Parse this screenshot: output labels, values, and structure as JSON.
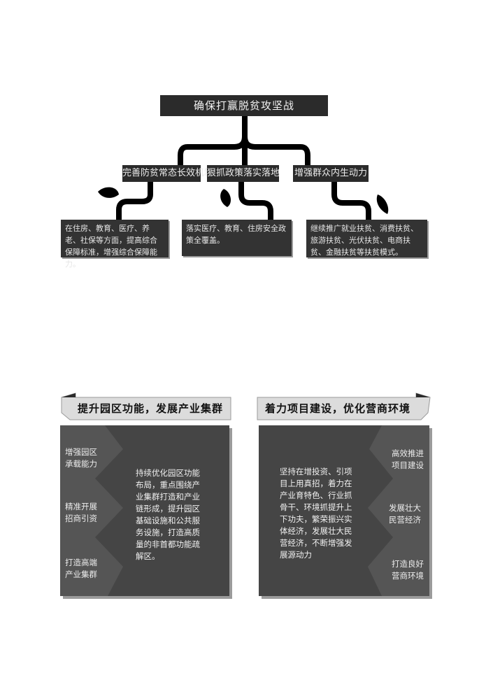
{
  "top": {
    "title": "确保打赢脱贫攻坚战",
    "branches": [
      {
        "label": "完善防贫常态长效机制",
        "desc": "在住房、教育、医疗、养老、社保等方面，提高综合保障标准，增强综合保障能力。"
      },
      {
        "label": "狠抓政策落实落地",
        "desc": "落实医疗、教育、住房安全政策全覆盖。"
      },
      {
        "label": "增强群众内生动力",
        "desc": "继续推广就业扶贫、消费扶贫、旅游扶贫、光伏扶贫、电商扶贫、金融扶贫等扶贫模式。"
      }
    ]
  },
  "left_section": {
    "banner": "提升园区功能，发展产业集群",
    "items": [
      "增强园区承载能力",
      "精准开展招商引资",
      "打造高端产业集群"
    ],
    "item_lines": [
      [
        "增强园区",
        "承载能力"
      ],
      [
        "精准开展",
        "招商引资"
      ],
      [
        "打造高端",
        "产业集群"
      ]
    ],
    "text": "持续优化园区功能布局，重点围绕产业集群打造和产业链形成，提升园区基础设施和公共服务设施，打造高质量的非首都功能疏解区。"
  },
  "right_section": {
    "banner": "着力项目建设，优化营商环境",
    "items": [
      "高效推进项目建设",
      "发展壮大民营经济",
      "打造良好营商环境"
    ],
    "item_lines": [
      [
        "高效推进",
        "项目建设"
      ],
      [
        "发展壮大",
        "民营经济"
      ],
      [
        "打造良好",
        "营商环境"
      ]
    ],
    "text": "坚持在增投资、引项目上用真招，着力在产业育特色、行业抓骨干、环境抓提升上下功夫，繁荣振兴实体经济，发展壮大民营经济，不断增强发展源动力"
  },
  "colors": {
    "dark": "#2b2b2b",
    "panel": "#454545",
    "strip": "#555555",
    "shadow": "#9a9a9a",
    "text_light": "#f0f0f0"
  }
}
